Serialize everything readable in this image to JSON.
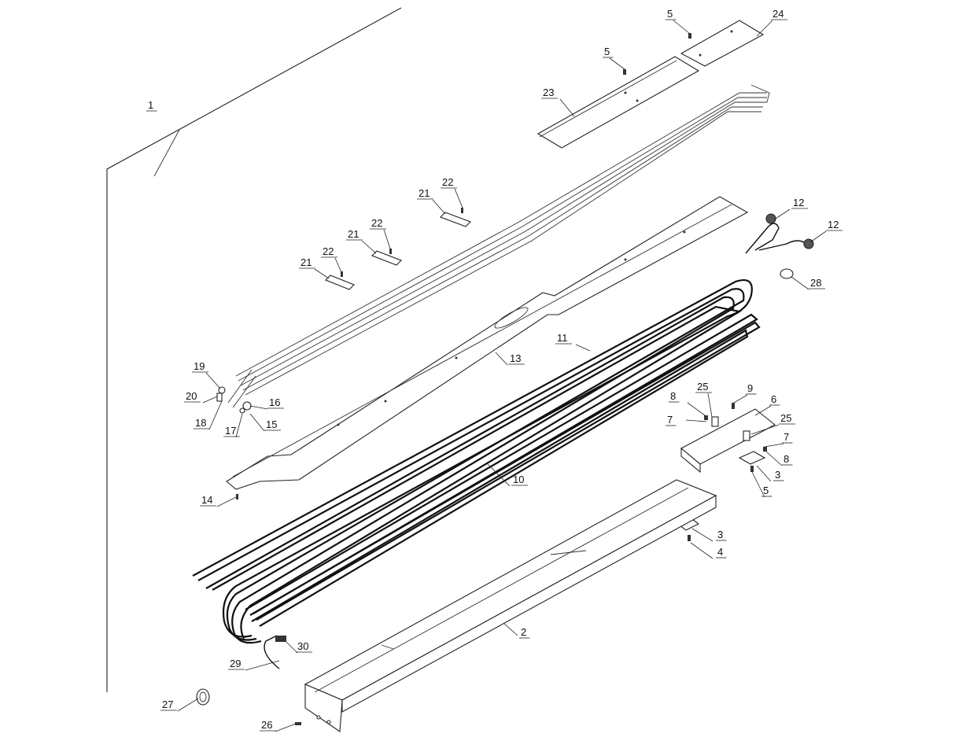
{
  "callouts": [
    {
      "id": "c1",
      "label": "1"
    },
    {
      "id": "c2",
      "label": "2"
    },
    {
      "id": "c3a",
      "label": "3"
    },
    {
      "id": "c3b",
      "label": "3"
    },
    {
      "id": "c4",
      "label": "4"
    },
    {
      "id": "c5a",
      "label": "5"
    },
    {
      "id": "c5b",
      "label": "5"
    },
    {
      "id": "c5c",
      "label": "5"
    },
    {
      "id": "c6",
      "label": "6"
    },
    {
      "id": "c7a",
      "label": "7"
    },
    {
      "id": "c7b",
      "label": "7"
    },
    {
      "id": "c8a",
      "label": "8"
    },
    {
      "id": "c8b",
      "label": "8"
    },
    {
      "id": "c9",
      "label": "9"
    },
    {
      "id": "c10",
      "label": "10"
    },
    {
      "id": "c11",
      "label": "11"
    },
    {
      "id": "c12a",
      "label": "12"
    },
    {
      "id": "c12b",
      "label": "12"
    },
    {
      "id": "c13",
      "label": "13"
    },
    {
      "id": "c14",
      "label": "14"
    },
    {
      "id": "c15",
      "label": "15"
    },
    {
      "id": "c16",
      "label": "16"
    },
    {
      "id": "c17",
      "label": "17"
    },
    {
      "id": "c18",
      "label": "18"
    },
    {
      "id": "c19",
      "label": "19"
    },
    {
      "id": "c20",
      "label": "20"
    },
    {
      "id": "c21a",
      "label": "21"
    },
    {
      "id": "c21b",
      "label": "21"
    },
    {
      "id": "c21c",
      "label": "21"
    },
    {
      "id": "c22a",
      "label": "22"
    },
    {
      "id": "c22b",
      "label": "22"
    },
    {
      "id": "c22c",
      "label": "22"
    },
    {
      "id": "c23",
      "label": "23"
    },
    {
      "id": "c24",
      "label": "24"
    },
    {
      "id": "c25a",
      "label": "25"
    },
    {
      "id": "c25b",
      "label": "25"
    },
    {
      "id": "c26",
      "label": "26"
    },
    {
      "id": "c27",
      "label": "27"
    },
    {
      "id": "c28",
      "label": "28"
    },
    {
      "id": "c29",
      "label": "29"
    },
    {
      "id": "c30",
      "label": "30"
    }
  ]
}
